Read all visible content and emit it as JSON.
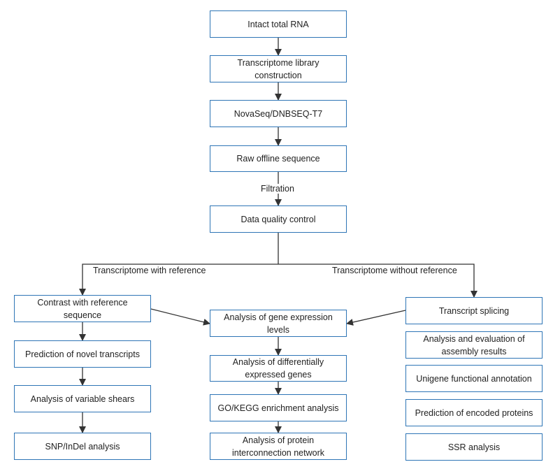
{
  "nodes": {
    "intact_rna": "Intact total RNA",
    "library": "Transcriptome library construction",
    "sequencing": "NovaSeq/DNBSEQ-T7",
    "raw": "Raw offline sequence",
    "qc": "Data quality control",
    "contrast": "Contrast with reference sequence",
    "novel": "Prediction of novel transcripts",
    "variable": "Analysis of variable shears",
    "snp": "SNP/InDel analysis",
    "expression": "Analysis of gene expression levels",
    "differential": "Analysis of differentially expressed genes",
    "enrichment": "GO/KEGG enrichment analysis",
    "protein_network": "Analysis of protein interconnection network",
    "splicing": "Transcript splicing",
    "assembly": "Analysis and evaluation of assembly results",
    "unigene": "Unigene functional annotation",
    "encoded": "Prediction of encoded proteins",
    "ssr": "SSR analysis"
  },
  "edge_labels": {
    "filtration": "Filtration",
    "with_reference": "Transcriptome with reference",
    "without_reference": "Transcriptome without reference"
  },
  "colors": {
    "box_border": "#2e75b6",
    "arrow": "#333333"
  }
}
